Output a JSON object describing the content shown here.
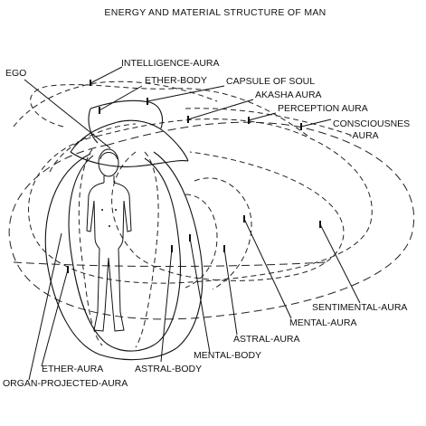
{
  "title": "ENERGY AND MATERIAL STRUCTURE OF MAN",
  "labels": {
    "intelligence_aura": "INTELLIGENCE-AURA",
    "ego": "EGO",
    "ether_body": "ETHER-BODY",
    "capsule_of_soul": "CAPSULE OF SOUL",
    "akasha_aura": "AKASHA AURA",
    "perception_aura": "PERCEPTION AURA",
    "consciousness_aura_1": "CONSCIOUSNES",
    "consciousness_aura_2": "-AURA",
    "sentimental_aura": "SENTIMENTAL-AURA",
    "mental_aura": "MENTAL-AURA",
    "astral_aura": "ASTRAL-AURA",
    "mental_body": "MENTAL-BODY",
    "astral_body": "ASTRAL-BODY",
    "ether_aura": "ETHER-AURA",
    "organ_projected_aura": "ORGAN-PROJECTED-AURA"
  },
  "colors": {
    "ink": "#111111",
    "paper": "#ffffff"
  }
}
